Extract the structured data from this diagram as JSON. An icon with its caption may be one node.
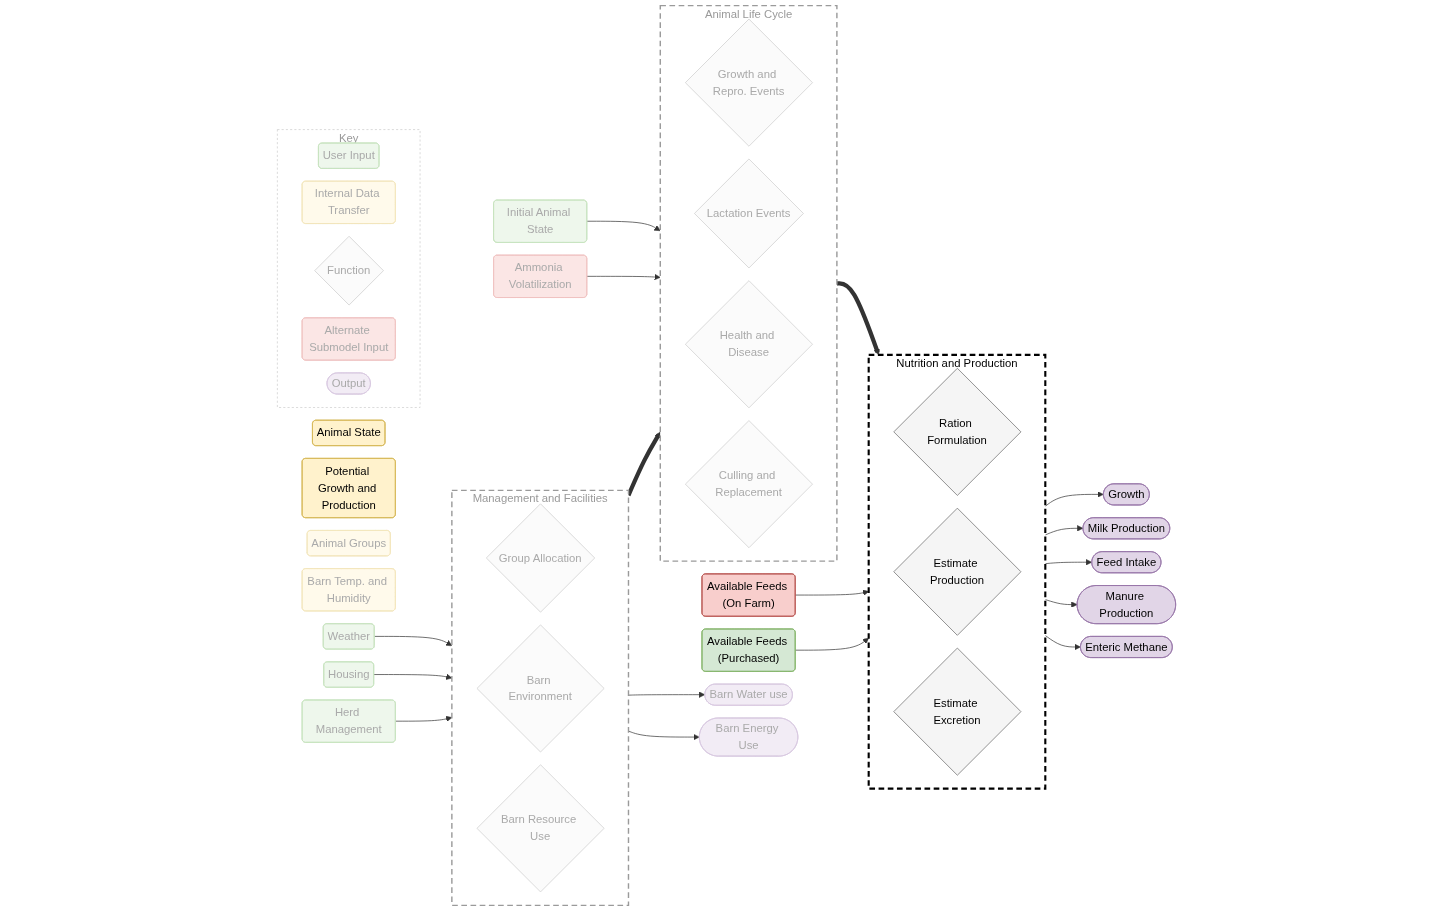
{
  "diagram": {
    "nodes": [
      {
        "text": [
          "Animal Life Cycle"
        ]
      },
      {
        "text": [
          "Growth and Repro. Events"
        ],
        "in": 0
      },
      {
        "text": [
          "Lactation Events"
        ],
        "in": 0
      },
      {
        "text": [
          "Health and Disease"
        ],
        "in": 0
      },
      {
        "text": [
          "Culling and Replacement"
        ],
        "in": 0
      },
      {
        "text": [
          "Initial Animal State"
        ]
      },
      {
        "text": [
          "Ammonia Volatilization"
        ]
      },
      {
        "text": [
          "Animal State"
        ]
      },
      {
        "text": [
          "Potential Growth and Production"
        ]
      },
      {
        "text": [
          "Nutrition and Production"
        ]
      },
      {
        "text": [
          "Ration Formulation"
        ],
        "in": 9
      },
      {
        "text": [
          "Estimate Production"
        ],
        "in": 9
      },
      {
        "text": [
          "Estimate Excretion"
        ],
        "in": 9
      },
      {
        "text": [
          "Growth"
        ]
      },
      {
        "text": [
          "Milk Production"
        ]
      },
      {
        "text": [
          "Feed Intake"
        ]
      },
      {
        "text": [
          "Manure Production"
        ]
      },
      {
        "text": [
          "Enteric Methane"
        ]
      },
      {
        "text": [
          "Animal Groups"
        ]
      },
      {
        "text": [
          "Barn Temp. and Humidity"
        ]
      },
      {
        "text": [
          "Management and Facilities"
        ]
      },
      {
        "text": [
          "Group Allocation"
        ],
        "in": 20
      },
      {
        "text": [
          "Barn Environment"
        ],
        "in": 20
      },
      {
        "text": [
          "Barn Resource Use"
        ],
        "in": 20
      },
      {
        "text": [
          "Weather"
        ]
      },
      {
        "text": [
          "Housing"
        ]
      },
      {
        "text": [
          "Herd Management"
        ]
      },
      {
        "text": [
          "Available Feeds (On Farm)"
        ]
      },
      {
        "text": [
          "Available Feeds (Purchased)"
        ]
      },
      {
        "text": [
          "Barn Water use"
        ]
      },
      {
        "text": [
          "Barn Energy Use"
        ]
      },
      {
        "text": [
          "Key"
        ]
      },
      {
        "text": [
          "User Input"
        ],
        "in": 31
      },
      {
        "text": [
          "Internal Data Transfer"
        ],
        "in": 31
      },
      {
        "text": [
          "Function"
        ],
        "in": 31
      },
      {
        "text": [
          "Alternate Submodel Input"
        ],
        "in": 31
      },
      {
        "text": [
          "Output"
        ],
        "in": 31
      }
    ],
    "edges": [
      {
        "from": 5,
        "to": 0,
        "arrow": "to"
      },
      {
        "from": 6,
        "to": 0,
        "arrow": "to"
      },
      {
        "from": 0,
        "to": 9,
        "arrow": "to",
        "style": "thick"
      },
      {
        "from": 20,
        "to": 0,
        "arrow": "to",
        "style": "thick"
      },
      {
        "from": 9,
        "to": 13,
        "arrow": "to"
      },
      {
        "from": 9,
        "to": 14,
        "arrow": "to"
      },
      {
        "from": 9,
        "to": 15,
        "arrow": "to"
      },
      {
        "from": 9,
        "to": 16,
        "arrow": "to"
      },
      {
        "from": 9,
        "to": 17,
        "arrow": "to"
      },
      {
        "from": 27,
        "to": 9,
        "arrow": "to"
      },
      {
        "from": 28,
        "to": 9,
        "arrow": "to"
      },
      {
        "from": 24,
        "to": 20,
        "arrow": "to"
      },
      {
        "from": 25,
        "to": 20,
        "arrow": "to"
      },
      {
        "from": 26,
        "to": 20,
        "arrow": "to"
      },
      {
        "from": 20,
        "to": 29,
        "arrow": "to"
      },
      {
        "from": 20,
        "to": 30,
        "arrow": "to"
      }
    ]
  }
}
